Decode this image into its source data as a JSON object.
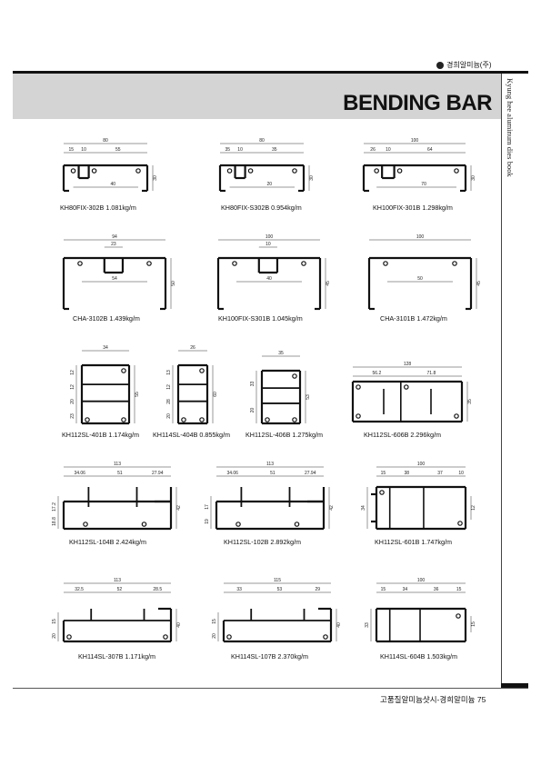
{
  "brand": {
    "name": "경희알미늄(주)",
    "logo_icon": "company-logo-icon"
  },
  "title": "BENDING BAR",
  "side_text": "Kyung hee aluminum dies book",
  "footer": "고품질알미늄샷시-경희알미늄 75",
  "profiles": [
    {
      "caption": "KH80FIX-302B  1.081kg/m",
      "dims": [
        "80",
        "15",
        "10",
        "55",
        "40",
        "30"
      ]
    },
    {
      "caption": "KH80FIX-S302B  0.954kg/m",
      "dims": [
        "80",
        "35",
        "10",
        "35",
        "20",
        "30"
      ]
    },
    {
      "caption": "KH100FIX-301B  1.298kg/m",
      "dims": [
        "100",
        "26",
        "10",
        "64",
        "70",
        "30"
      ]
    },
    {
      "caption": "CHA-3102B  1.439kg/m",
      "dims": [
        "94",
        "23",
        "54",
        "50"
      ]
    },
    {
      "caption": "KH100FIX-S301B  1.045kg/m",
      "dims": [
        "100",
        "10",
        "40",
        "45"
      ]
    },
    {
      "caption": "CHA-3101B  1.472kg/m",
      "dims": [
        "100",
        "50",
        "45"
      ]
    },
    {
      "caption": "KH112SL-401B  1.174kg/m",
      "dims": [
        "34",
        "12",
        "12",
        "20",
        "23",
        "55"
      ]
    },
    {
      "caption": "KH114SL-404B  0.855kg/m",
      "dims": [
        "26",
        "13",
        "12",
        "28",
        "20",
        "60"
      ]
    },
    {
      "caption": "KH112SL-406B  1.275kg/m",
      "dims": [
        "35",
        "33",
        "20",
        "53"
      ]
    },
    {
      "caption": "KH112SL-606B  2.296kg/m",
      "dims": [
        "128",
        "56.2",
        "71.8",
        "35"
      ]
    },
    {
      "caption": "KH112SL-104B  2.424kg/m",
      "dims": [
        "113",
        "34.06",
        "51",
        "27.94",
        "17.2",
        "18.8",
        "42"
      ]
    },
    {
      "caption": "KH112SL-102B  2.892kg/m",
      "dims": [
        "113",
        "34.06",
        "51",
        "27.94",
        "17",
        "19",
        "42"
      ]
    },
    {
      "caption": "KH112SL-601B  1.747kg/m",
      "dims": [
        "100",
        "15",
        "38",
        "37",
        "10",
        "34",
        "12"
      ]
    },
    {
      "caption": "KH114SL-307B  1.171kg/m",
      "dims": [
        "113",
        "32.5",
        "52",
        "28.5",
        "15",
        "20",
        "40"
      ]
    },
    {
      "caption": "KH114SL-107B  2.370kg/m",
      "dims": [
        "115",
        "33",
        "53",
        "29",
        "15",
        "20",
        "40"
      ]
    },
    {
      "caption": "KH114SL-604B  1.503kg/m",
      "dims": [
        "100",
        "15",
        "34",
        "36",
        "15",
        "33",
        "15"
      ]
    }
  ]
}
